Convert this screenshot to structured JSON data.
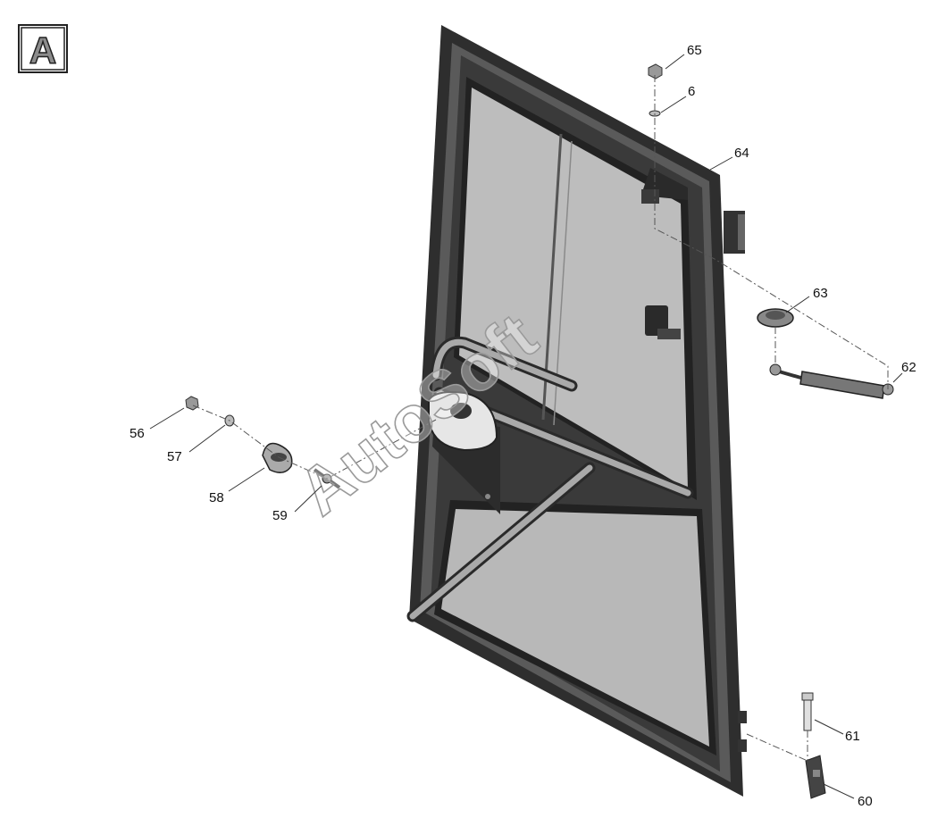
{
  "view_badge": {
    "letter": "A"
  },
  "watermark": "AutoSoft",
  "callouts": [
    {
      "id": "65",
      "label": "65"
    },
    {
      "id": "6",
      "label": "6"
    },
    {
      "id": "64",
      "label": "64"
    },
    {
      "id": "63",
      "label": "63"
    },
    {
      "id": "62",
      "label": "62"
    },
    {
      "id": "56",
      "label": "56"
    },
    {
      "id": "57",
      "label": "57"
    },
    {
      "id": "58",
      "label": "58"
    },
    {
      "id": "59",
      "label": "59"
    },
    {
      "id": "61",
      "label": "61"
    },
    {
      "id": "60",
      "label": "60"
    }
  ],
  "colors": {
    "frame": "#2b2b2b",
    "glass": "#b9b9b9",
    "part": "#8a8a8a",
    "watermark_stroke": "#9a9a9a"
  }
}
